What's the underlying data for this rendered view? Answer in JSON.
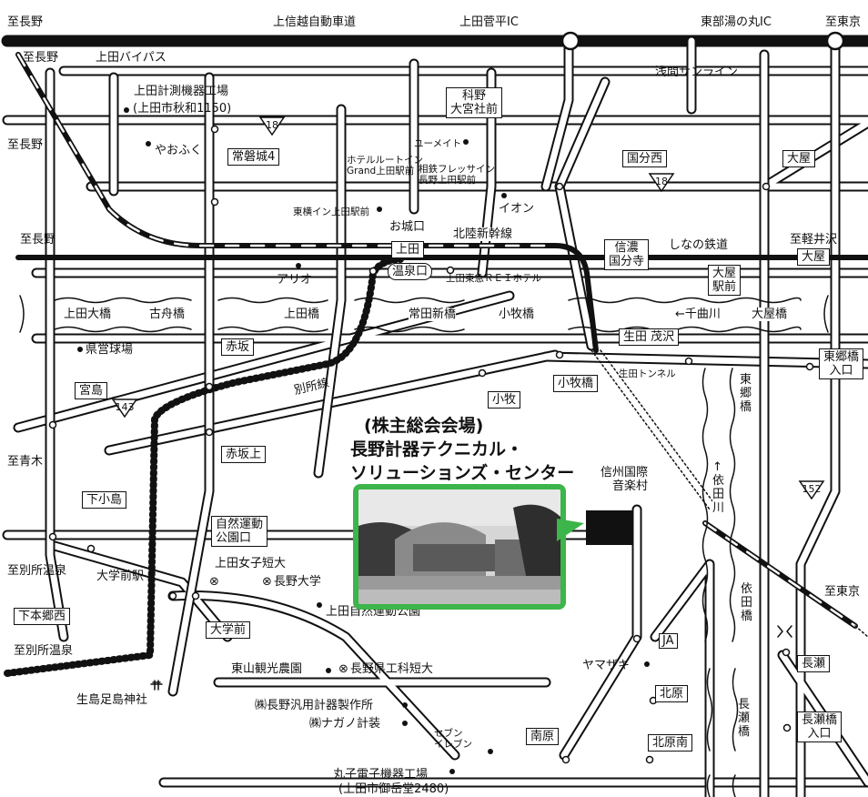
{
  "highways": {
    "shinetsu": "上信越自動車道",
    "ueda_sugadaira_ic": "上田菅平IC",
    "tobu_yunomaru_ic": "東部湯の丸IC",
    "to_nagano_top": "至長野",
    "to_tokyo_top": "至東京"
  },
  "destinations": {
    "nagano_1": "至長野",
    "nagano_2": "至長野",
    "nagano_3": "至長野",
    "karuizawa": "至軽井沢",
    "aoki": "至青木",
    "bessho_onsen_1": "至別所温泉",
    "bessho_onsen_2": "至別所温泉",
    "tokyo_right": "至東京"
  },
  "roads": {
    "ueda_bypass": "上田バイパス",
    "asama_sunline": "浅間サンライン",
    "route_18_a": "18",
    "route_18_b": "18",
    "route_143": "143",
    "route_152": "152"
  },
  "rail": {
    "hokuriku_shinkansen": "北陸新幹線",
    "shinano_railway": "しなの鉄道",
    "bessho_line": "別所線",
    "ikuta_tunnel": "生田トンネル"
  },
  "stations": {
    "ueda": "上田",
    "oshiroguchi": "お城口",
    "onsenguchi": "温泉口",
    "shinano_kokubunji": "信濃\n国分寺",
    "oya_station": "大屋\n駅前",
    "daigakumae_eki": "大学前駅"
  },
  "signals": {
    "ueda_keisoku": "上田計測機器工場",
    "ueda_keisoku_addr": "(上田市秋和1150)",
    "tokiwagi4": "常磐城4",
    "kagano_omiyasha": "科野\n大宮社前",
    "kokubu_nishi": "国分西",
    "oya": "大屋",
    "oya_2": "大屋",
    "akasaka": "赤坂",
    "akasaka_ue": "赤坂上",
    "miyajima": "宮島",
    "shimokojima": "下小島",
    "shimohongo_nishi": "下本郷西",
    "daigakumae": "大学前",
    "shizen_undo_koenguchi": "自然運動\n公園口",
    "komaki": "小牧",
    "komaki_bashi_sig": "小牧橋",
    "ikuta_shigesawa": "生田 茂沢",
    "togo_bashi_iriguchi": "東郷橋\n入口",
    "nagase": "長瀬",
    "nagase_bashi_iriguchi": "長瀬橋\n入口",
    "kitahara": "北原",
    "kitahara_minami": "北原南",
    "minamihara": "南原"
  },
  "bridges": {
    "ueda_ohashi": "上田大橋",
    "kofune_bashi": "古舟橋",
    "ueda_bashi": "上田橋",
    "tokida_shinbashi": "常田新橋",
    "komaki_bashi": "小牧橋",
    "chikuma_river": "←千曲川",
    "oya_bashi": "大屋橋",
    "togo_bashi": "東郷橋",
    "yoda_river": "↑依田川",
    "yoda_bashi": "依田橋",
    "nagase_bashi": "長瀬橋"
  },
  "landmarks": {
    "yaofuku": "やおふく",
    "youmeitoku": "ユーメイト",
    "hotel_route_inn": "ホテルルートイン\nGrand上田駅前",
    "sotetsu_fresa": "相鉄フレッサイン\n長野上田駅前",
    "toyoko_inn": "東横イン上田駅前",
    "aeon": "イオン",
    "ario": "アリオ",
    "tokyu_rei": "上田東急ＲＥＩホテル",
    "kenei_kyujo": "県営球場",
    "ueda_joshi_tandai": "上田女子短大",
    "nagano_daigaku": "長野大学",
    "ueda_shizen_undo_koen": "上田自然運動公園",
    "higashiyama_kanko_noen": "東山観光農園",
    "nagano_kenko_tandai": "長野県工科短大",
    "nagano_hanyo": "㈱長野汎用計器製作所",
    "nagano_keisou": "㈱ナガノ計装",
    "seven_eleven": "セブン\nイレブン",
    "yamazaki": "ヤマザキ",
    "ja": "JA",
    "maruko_denshi": "丸子電子機器工場",
    "maruko_denshi_addr": "(上田市御岳堂2480)",
    "ikushima_tarushima": "生島足島神社",
    "shinshu_kokusai": "信州国際\n音楽村"
  },
  "headline": {
    "line1": "(株主総会会場)",
    "line2": "長野計器テクニカル・",
    "line3": "ソリューションズ・センター"
  },
  "colors": {
    "photo_border": "#3cb54a",
    "ink": "#111111",
    "background": "#ffffff"
  }
}
